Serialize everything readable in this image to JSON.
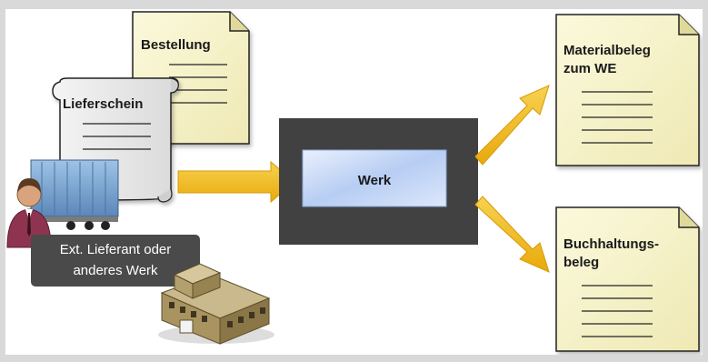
{
  "documents": {
    "bestellung": "Bestellung",
    "lieferschein": "Lieferschein",
    "materialbeleg_line1": "Materialbeleg",
    "materialbeleg_line2": "zum WE",
    "buchhaltung_line1": "Buchhaltungs-",
    "buchhaltung_line2": "beleg"
  },
  "werk": {
    "label": "Werk"
  },
  "supplier": {
    "line1": "Ext. Lieferant oder",
    "line2": "anderes Werk"
  },
  "colors": {
    "document_fill": "#f6f3c8",
    "arrow": "#f2bb1b",
    "werk_frame": "#414141",
    "werk_box": "#c9daf7",
    "label_bg": "#4a4a4a"
  }
}
